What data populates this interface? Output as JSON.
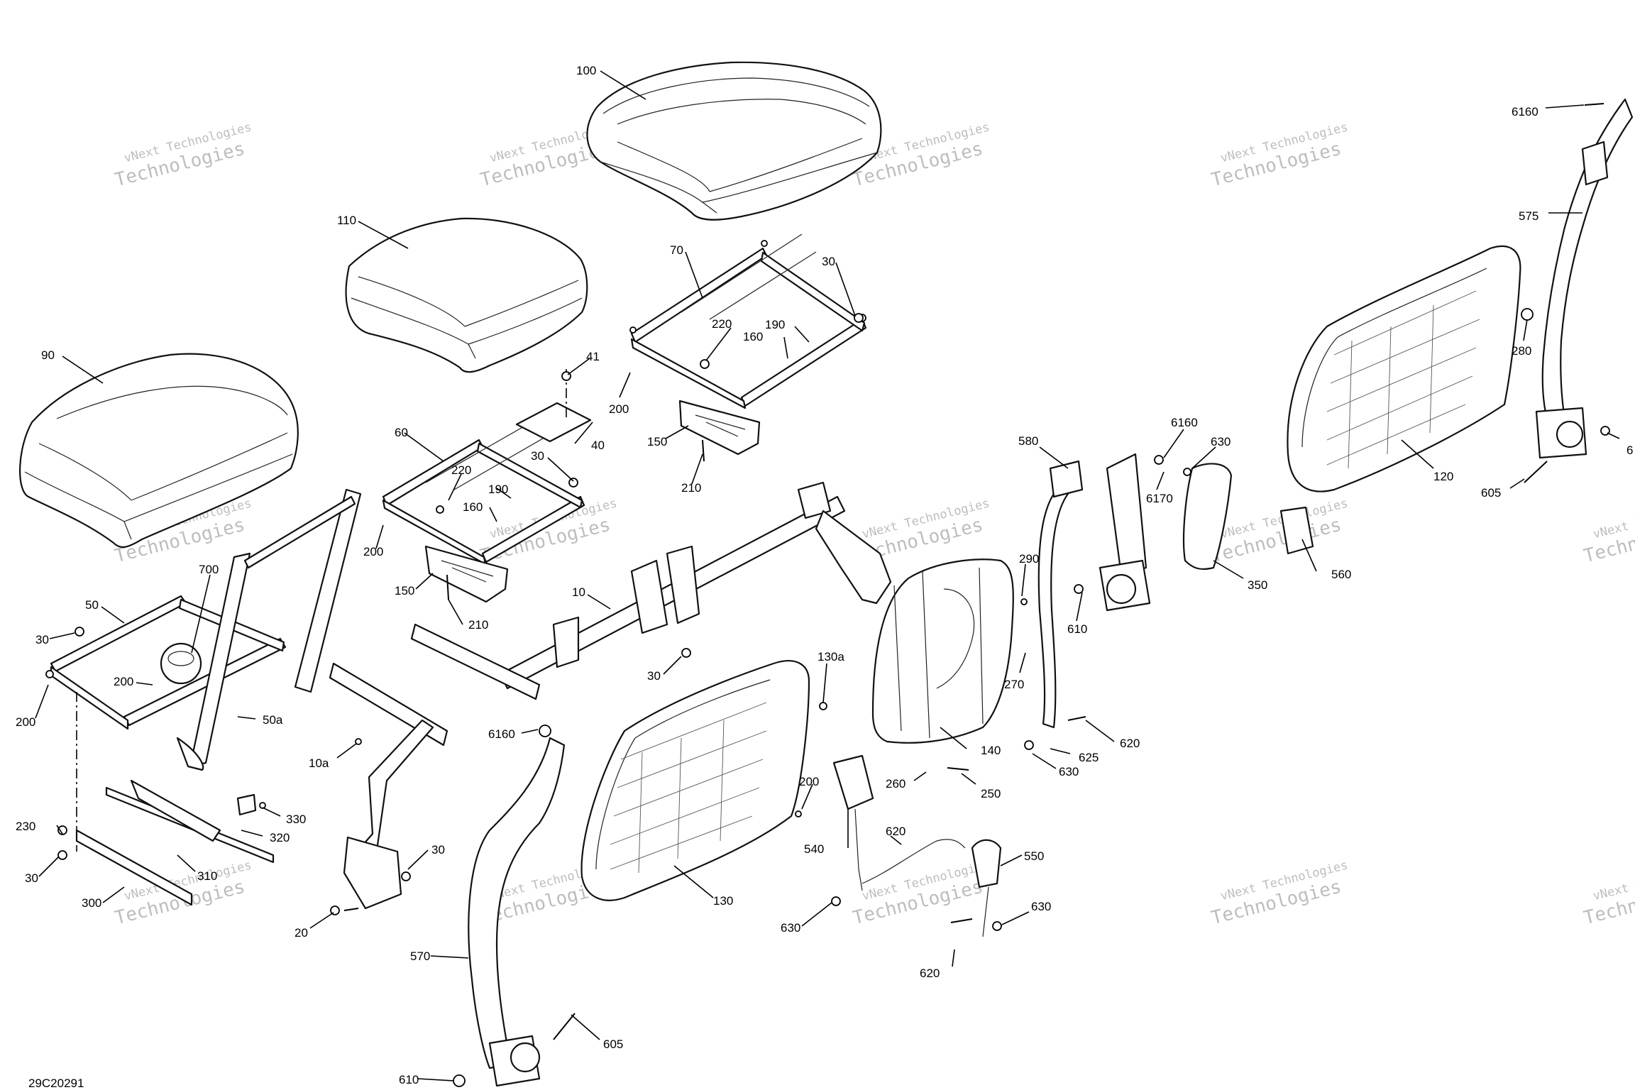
{
  "diagram_id": "29C20291",
  "watermark": {
    "line1": "vNext Technologies",
    "line2": "Technologies"
  },
  "callouts": [
    {
      "id": "c-100",
      "text": "100"
    },
    {
      "id": "c-110",
      "text": "110"
    },
    {
      "id": "c-90",
      "text": "90"
    },
    {
      "id": "c-70",
      "text": "70"
    },
    {
      "id": "c-30a",
      "text": "30"
    },
    {
      "id": "c-220a",
      "text": "220"
    },
    {
      "id": "c-190a",
      "text": "190"
    },
    {
      "id": "c-160a",
      "text": "160"
    },
    {
      "id": "c-41",
      "text": "41"
    },
    {
      "id": "c-40",
      "text": "40"
    },
    {
      "id": "c-200a",
      "text": "200"
    },
    {
      "id": "c-150a",
      "text": "150"
    },
    {
      "id": "c-210a",
      "text": "210"
    },
    {
      "id": "c-60",
      "text": "60"
    },
    {
      "id": "c-30b",
      "text": "30"
    },
    {
      "id": "c-220b",
      "text": "220"
    },
    {
      "id": "c-190b",
      "text": "190"
    },
    {
      "id": "c-160b",
      "text": "160"
    },
    {
      "id": "c-200b",
      "text": "200"
    },
    {
      "id": "c-150b",
      "text": "150"
    },
    {
      "id": "c-210b",
      "text": "210"
    },
    {
      "id": "c-700",
      "text": "700"
    },
    {
      "id": "c-50",
      "text": "50"
    },
    {
      "id": "c-30c",
      "text": "30"
    },
    {
      "id": "c-200c",
      "text": "200"
    },
    {
      "id": "c-200d",
      "text": "200"
    },
    {
      "id": "c-50a",
      "text": "50a"
    },
    {
      "id": "c-10",
      "text": "10"
    },
    {
      "id": "c-30d",
      "text": "30"
    },
    {
      "id": "c-10a",
      "text": "10a"
    },
    {
      "id": "c-6160a",
      "text": "6160"
    },
    {
      "id": "c-130a",
      "text": "130a"
    },
    {
      "id": "c-230",
      "text": "230"
    },
    {
      "id": "c-330",
      "text": "330"
    },
    {
      "id": "c-320",
      "text": "320"
    },
    {
      "id": "c-310",
      "text": "310"
    },
    {
      "id": "c-30e",
      "text": "30"
    },
    {
      "id": "c-300",
      "text": "300"
    },
    {
      "id": "c-30f",
      "text": "30"
    },
    {
      "id": "c-20",
      "text": "20"
    },
    {
      "id": "c-570",
      "text": "570"
    },
    {
      "id": "c-605a",
      "text": "605"
    },
    {
      "id": "c-610a",
      "text": "610"
    },
    {
      "id": "c-130",
      "text": "130"
    },
    {
      "id": "c-200e",
      "text": "200"
    },
    {
      "id": "c-540",
      "text": "540"
    },
    {
      "id": "c-620a",
      "text": "620"
    },
    {
      "id": "c-630a",
      "text": "630"
    },
    {
      "id": "c-550",
      "text": "550"
    },
    {
      "id": "c-630b",
      "text": "630"
    },
    {
      "id": "c-620b",
      "text": "620"
    },
    {
      "id": "c-140",
      "text": "140"
    },
    {
      "id": "c-260",
      "text": "260"
    },
    {
      "id": "c-250",
      "text": "250"
    },
    {
      "id": "c-290",
      "text": "290"
    },
    {
      "id": "c-270",
      "text": "270"
    },
    {
      "id": "c-580",
      "text": "580"
    },
    {
      "id": "c-6160b",
      "text": "6160"
    },
    {
      "id": "c-630c",
      "text": "630"
    },
    {
      "id": "c-6170",
      "text": "6170"
    },
    {
      "id": "c-350",
      "text": "350"
    },
    {
      "id": "c-610b",
      "text": "610"
    },
    {
      "id": "c-620c",
      "text": "620"
    },
    {
      "id": "c-625",
      "text": "625"
    },
    {
      "id": "c-630d",
      "text": "630"
    },
    {
      "id": "c-560",
      "text": "560"
    },
    {
      "id": "c-120",
      "text": "120"
    },
    {
      "id": "c-605b",
      "text": "605"
    },
    {
      "id": "c-280",
      "text": "280"
    },
    {
      "id": "c-575",
      "text": "575"
    },
    {
      "id": "c-6160c",
      "text": "6160"
    },
    {
      "id": "c-6x",
      "text": "6"
    }
  ]
}
